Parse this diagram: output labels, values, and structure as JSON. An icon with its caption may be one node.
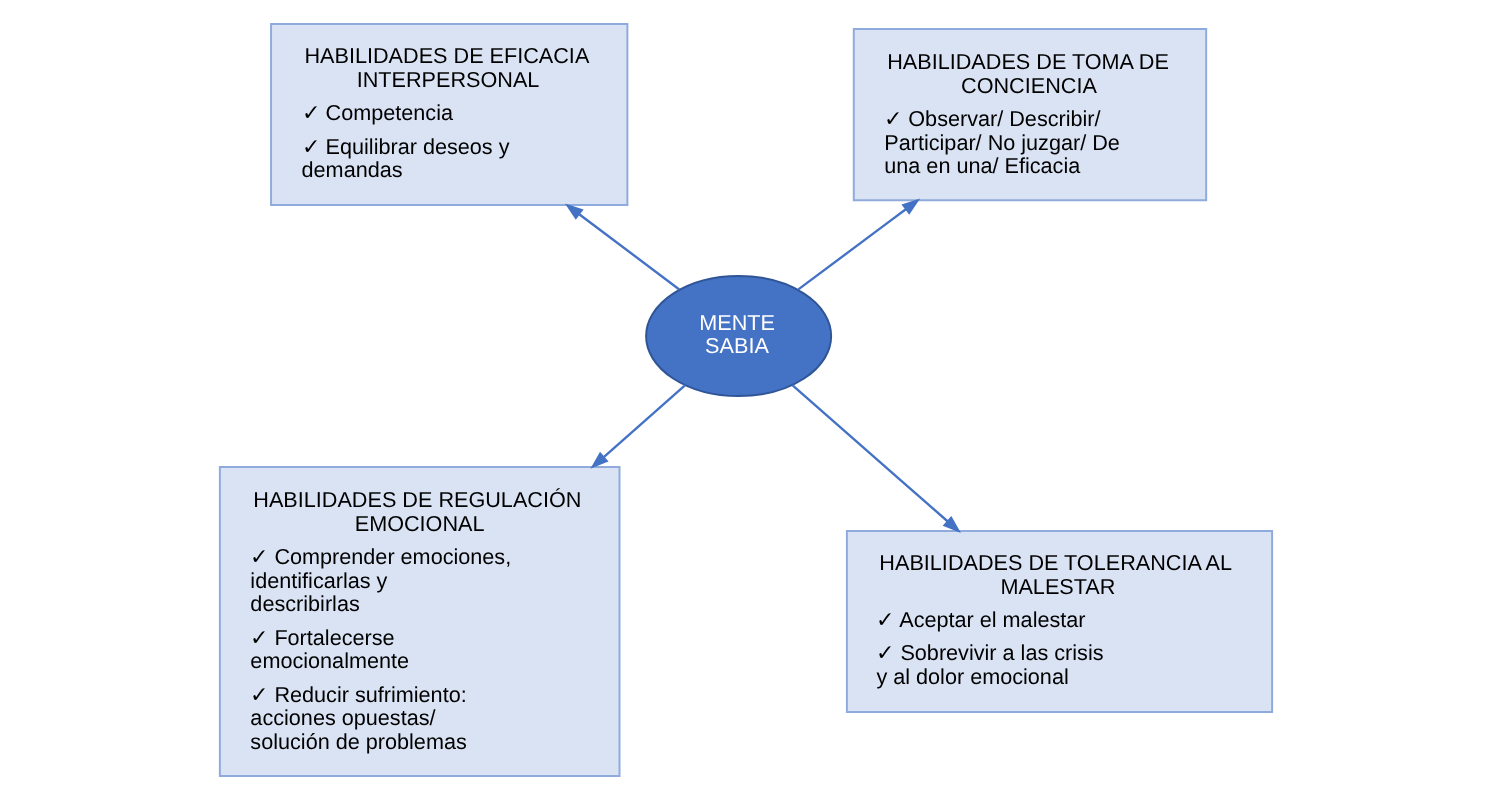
{
  "diagram": {
    "nodes": [
      {
        "text": [
          "HABILIDADES DE EFICACIA INTERPERSONAL",
          "✓ Competencia",
          "✓ Equilibrar deseos y demandas"
        ]
      },
      {
        "text": [
          "HABILIDADES DE TOMA DE CONCIENCIA",
          "✓ Observar/ Describir/ Participar/ No juzgar/ De una en una/ Eficacia"
        ]
      },
      {
        "text": [
          "MENTE SABIA"
        ]
      },
      {
        "text": [
          "HABILIDADES DE REGULACIÓN EMOCIONAL",
          "✓ Comprender emociones, identificarlas y describirlas",
          "✓ Fortalecerse emocionalmente",
          "✓ Reducir sufrimiento: acciones opuestas/ solución de problemas"
        ]
      },
      {
        "text": [
          "HABILIDADES DE TOLERANCIA AL MALESTAR",
          "✓ Aceptar el malestar",
          "✓ Sobrevivir a las crisis y al dolor emocional"
        ]
      }
    ],
    "edges": [
      {
        "from": 2,
        "to": 0,
        "arrow": "to"
      },
      {
        "from": 2,
        "to": 1,
        "arrow": "to"
      },
      {
        "from": 2,
        "to": 3,
        "arrow": "to"
      },
      {
        "from": 2,
        "to": 4,
        "arrow": "to"
      }
    ]
  }
}
